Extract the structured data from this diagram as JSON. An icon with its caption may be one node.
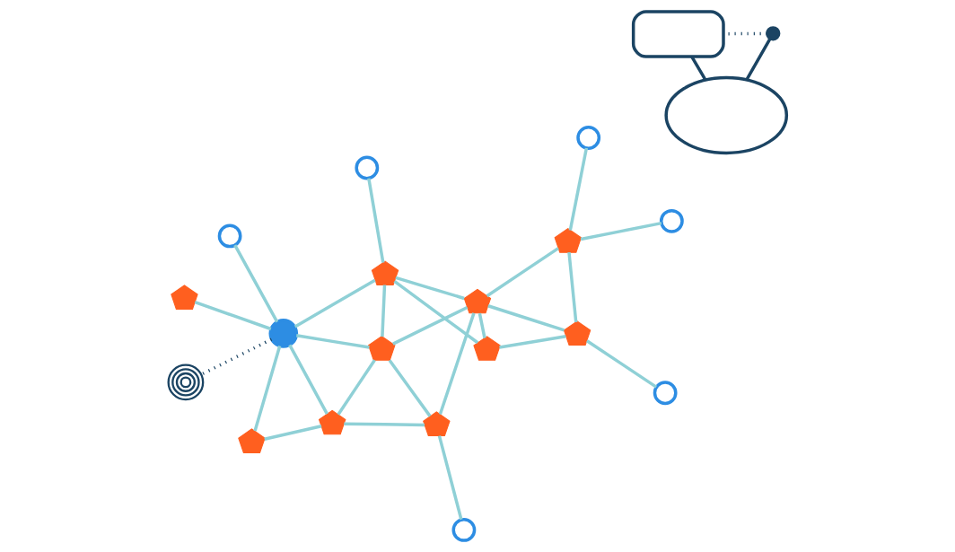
{
  "diagram": {
    "nodes": [
      {
        "text": [],
        "shape": "circle"
      },
      {
        "text": [],
        "shape": "pentagon"
      },
      {
        "text": [],
        "shape": "pentagon"
      },
      {
        "text": [],
        "shape": "circle"
      },
      {
        "text": [],
        "shape": "phone"
      },
      {
        "text": [],
        "shape": "pentagon"
      },
      {
        "text": [],
        "shape": "pentagon"
      },
      {
        "text": [],
        "shape": "pentagon"
      },
      {
        "text": [],
        "shape": "circle"
      },
      {
        "text": [],
        "shape": "pentagon"
      },
      {
        "text": [],
        "shape": "circle"
      },
      {
        "text": [],
        "shape": "signal"
      },
      {
        "text": [],
        "shape": "circle"
      },
      {
        "text": [],
        "shape": "pentagon"
      },
      {
        "text": [],
        "shape": "pentagon"
      },
      {
        "text": [],
        "shape": "circle"
      },
      {
        "text": [],
        "shape": "cloud"
      },
      {
        "text": [],
        "shape": "circle"
      },
      {
        "text": [],
        "shape": "pentagon"
      },
      {
        "text": [],
        "shape": "circle"
      },
      {
        "text": [],
        "shape": "pentagon"
      }
    ],
    "edges": [
      {
        "from": 0,
        "to": 1,
        "arrow": "none"
      },
      {
        "from": 1,
        "to": 2,
        "arrow": "none"
      },
      {
        "from": 1,
        "to": 9,
        "arrow": "none"
      },
      {
        "from": 1,
        "to": 5,
        "arrow": "none"
      },
      {
        "from": 2,
        "to": 5,
        "arrow": "none"
      },
      {
        "from": 2,
        "to": 10,
        "arrow": "none"
      },
      {
        "from": 2,
        "to": 7,
        "arrow": "none"
      },
      {
        "from": 7,
        "to": 10,
        "arrow": "none"
      },
      {
        "from": 5,
        "to": 9,
        "arrow": "none"
      },
      {
        "from": 5,
        "to": 10,
        "arrow": "none"
      },
      {
        "from": 5,
        "to": 13,
        "arrow": "none"
      },
      {
        "from": 3,
        "to": 6,
        "arrow": "none"
      },
      {
        "from": 8,
        "to": 6,
        "arrow": "none"
      },
      {
        "from": 6,
        "to": 9,
        "arrow": "none"
      },
      {
        "from": 6,
        "to": 14,
        "arrow": "none"
      },
      {
        "from": 9,
        "to": 14,
        "arrow": "none"
      },
      {
        "from": 9,
        "to": 18,
        "arrow": "none"
      },
      {
        "from": 9,
        "to": 13,
        "arrow": "none"
      },
      {
        "from": 14,
        "to": 19,
        "arrow": "none"
      },
      {
        "from": 14,
        "to": 18,
        "arrow": "none"
      },
      {
        "from": 18,
        "to": 13,
        "arrow": "none"
      },
      {
        "from": 13,
        "to": 17,
        "arrow": "none"
      },
      {
        "from": 13,
        "to": 10,
        "arrow": "none"
      },
      {
        "from": 10,
        "to": 15,
        "arrow": "none"
      },
      {
        "from": 10,
        "to": 20,
        "arrow": "none"
      },
      {
        "from": 10,
        "to": 11,
        "arrow": "none",
        "style": "dashed",
        "color": "#1b4463"
      },
      {
        "from": 12,
        "to": 4,
        "arrow": "none",
        "style": "dashed",
        "color": "#1b4463"
      },
      {
        "from": 12,
        "to": 16,
        "arrow": "none",
        "color": "#1b4463"
      },
      {
        "from": 4,
        "to": 16,
        "arrow": "none",
        "color": "#1b4463"
      }
    ]
  }
}
